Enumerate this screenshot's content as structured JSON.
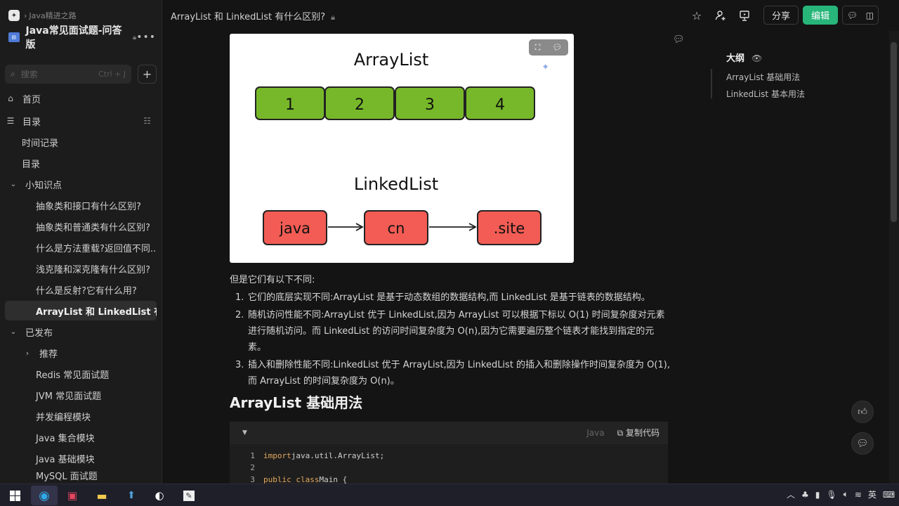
{
  "breadcrumb": {
    "root": "Java精进之路"
  },
  "kb": {
    "name": "Java常见面试题-问答版"
  },
  "search": {
    "placeholder": "搜索",
    "shortcut": "Ctrl + J"
  },
  "nav": {
    "home": "首页",
    "toc": "目录",
    "items": [
      "时间记录",
      "目录",
      "小知识点",
      "抽象类和接口有什么区别?",
      "抽象类和普通类有什么区别?",
      "什么是方法重载?返回值不同...",
      "浅克隆和深克隆有什么区别?",
      "什么是反射?它有什么用?",
      "ArrayList 和 LinkedList 有什...",
      "已发布",
      "推荐",
      "Redis 常见面试题",
      "JVM 常见面试题",
      "并发编程模块",
      "Java 集合模块",
      "Java 基础模块",
      "MySQL 面试题"
    ]
  },
  "header": {
    "title": "ArrayList 和 LinkedList 有什么区别?",
    "share": "分享",
    "edit": "编辑"
  },
  "diagram": {
    "top_title": "ArrayList",
    "array_cells": [
      "1",
      "2",
      "3",
      "4"
    ],
    "bottom_title": "LinkedList",
    "linked_nodes": [
      "java",
      "cn",
      ".site"
    ],
    "array_color": "#77b82a",
    "node_color": "#f25c54"
  },
  "body": {
    "intro": "但是它们有以下不同:",
    "list": [
      "它们的底层实现不同:ArrayList 是基于动态数组的数据结构,而 LinkedList 是基于链表的数据结构。",
      "随机访问性能不同:ArrayList 优于 LinkedList,因为 ArrayList 可以根据下标以 O(1) 时间复杂度对元素进行随机访问。而 LinkedList 的访问时间复杂度为 O(n),因为它需要遍历整个链表才能找到指定的元素。",
      "插入和删除性能不同:LinkedList 优于 ArrayList,因为 LinkedList 的插入和删除操作时间复杂度为 O(1),而 ArrayList 的时间复杂度为 O(n)。"
    ],
    "section_heading": "ArrayList 基础用法"
  },
  "code": {
    "language": "Java",
    "copy_label": "复制代码",
    "lines": [
      {
        "n": "1",
        "kw": "import",
        "rest": " java.util.ArrayList;"
      },
      {
        "n": "2",
        "kw": "",
        "rest": ""
      },
      {
        "n": "3",
        "kw": "public class",
        "rest": " Main {"
      }
    ]
  },
  "outline": {
    "title": "大纲",
    "items": [
      "ArrayList 基础用法",
      "LinkedList 基本用法"
    ]
  },
  "taskbar": {
    "ime": "英"
  },
  "colors": {
    "accent": "#27b57a"
  }
}
